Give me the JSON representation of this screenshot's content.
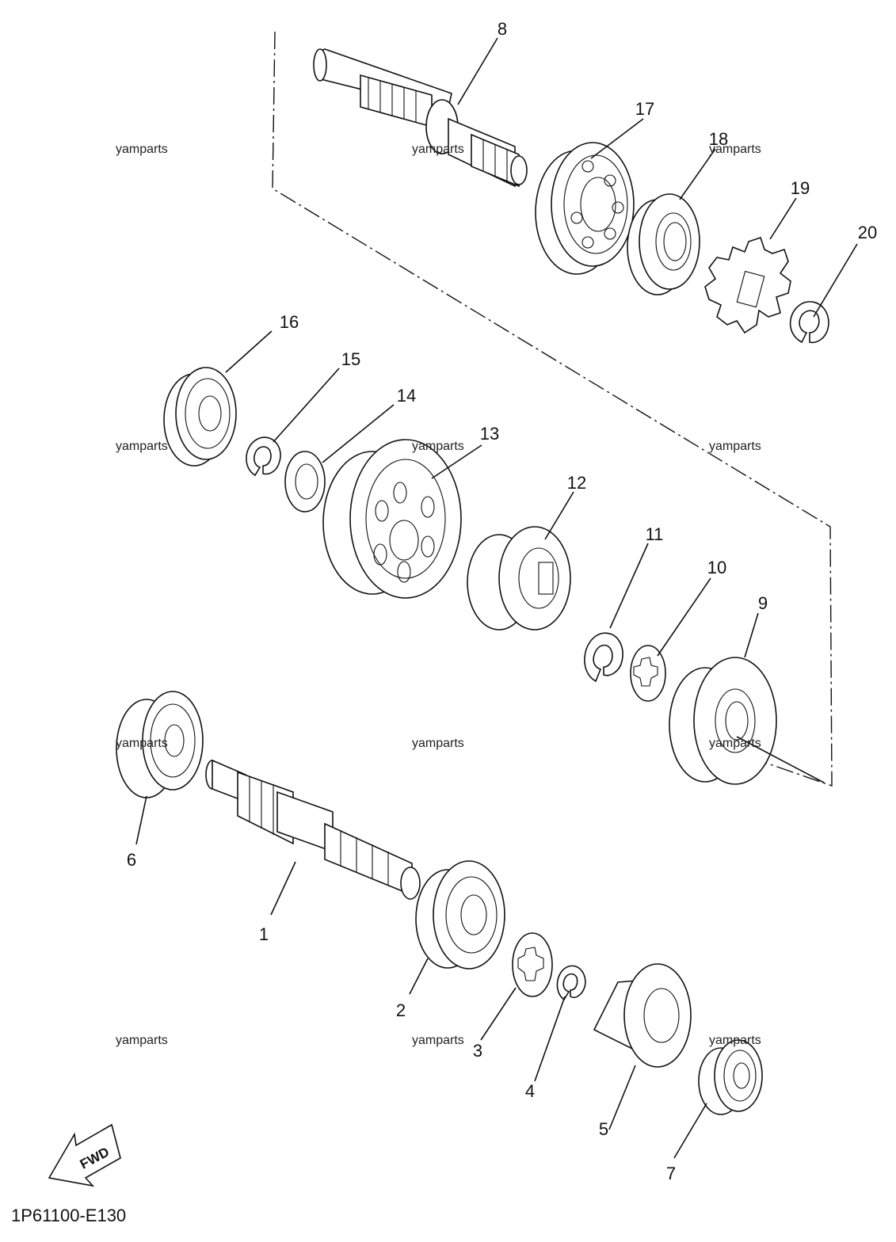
{
  "callouts": [
    "1",
    "2",
    "3",
    "4",
    "5",
    "6",
    "7",
    "8",
    "9",
    "10",
    "11",
    "12",
    "13",
    "14",
    "15",
    "16",
    "17",
    "18",
    "19",
    "20"
  ],
  "watermark": "yamparts",
  "drawing_code": "1P61100-E130",
  "fwd_label": "FWD"
}
